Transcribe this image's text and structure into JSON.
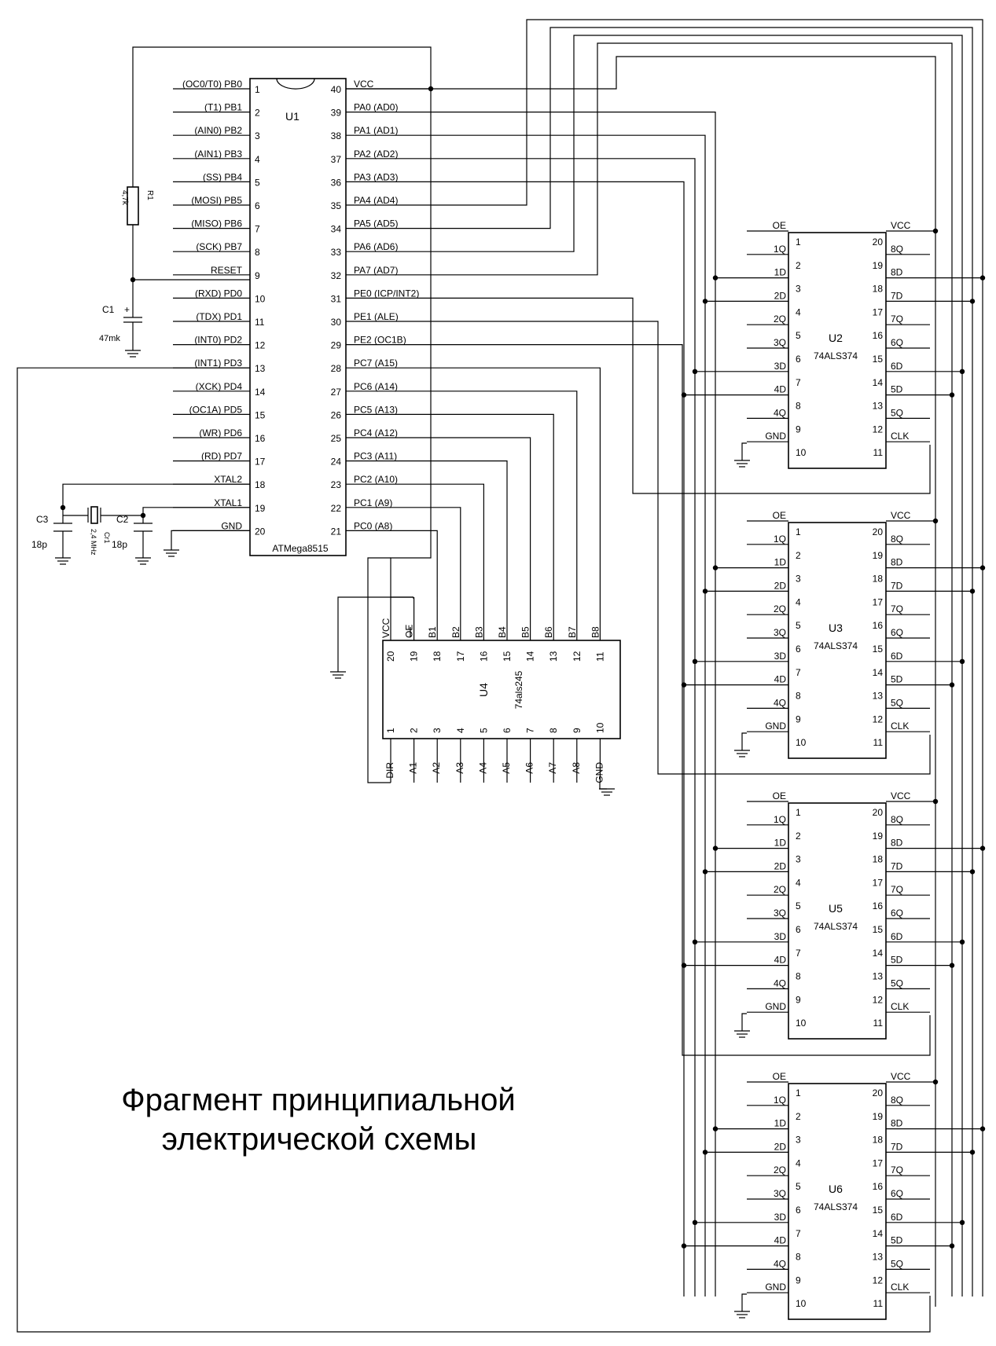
{
  "u1": {
    "ref": "U1",
    "part": "ATMega8515",
    "left_pins": [
      {
        "n": "1",
        "l": "(OC0/T0) PB0"
      },
      {
        "n": "2",
        "l": "(T1) PB1"
      },
      {
        "n": "3",
        "l": "(AIN0) PB2"
      },
      {
        "n": "4",
        "l": "(AIN1) PB3"
      },
      {
        "n": "5",
        "l": "(SS) PB4"
      },
      {
        "n": "6",
        "l": "(MOSI) PB5"
      },
      {
        "n": "7",
        "l": "(MISO) PB6"
      },
      {
        "n": "8",
        "l": "(SCK) PB7"
      },
      {
        "n": "9",
        "l": "RESET"
      },
      {
        "n": "10",
        "l": "(RXD) PD0"
      },
      {
        "n": "11",
        "l": "(TDX) PD1"
      },
      {
        "n": "12",
        "l": "(INT0) PD2"
      },
      {
        "n": "13",
        "l": "(INT1) PD3"
      },
      {
        "n": "14",
        "l": "(XCK) PD4"
      },
      {
        "n": "15",
        "l": "(OC1A) PD5"
      },
      {
        "n": "16",
        "l": "(WR) PD6"
      },
      {
        "n": "17",
        "l": "(RD) PD7"
      },
      {
        "n": "18",
        "l": "XTAL2"
      },
      {
        "n": "19",
        "l": "XTAL1"
      },
      {
        "n": "20",
        "l": "GND"
      }
    ],
    "right_pins": [
      {
        "n": "40",
        "l": "VCC"
      },
      {
        "n": "39",
        "l": "PA0 (AD0)"
      },
      {
        "n": "38",
        "l": "PA1 (AD1)"
      },
      {
        "n": "37",
        "l": "PA2 (AD2)"
      },
      {
        "n": "36",
        "l": "PA3 (AD3)"
      },
      {
        "n": "35",
        "l": "PA4 (AD4)"
      },
      {
        "n": "34",
        "l": "PA5 (AD5)"
      },
      {
        "n": "33",
        "l": "PA6 (AD6)"
      },
      {
        "n": "32",
        "l": "PA7 (AD7)"
      },
      {
        "n": "31",
        "l": "PE0 (ICP/INT2)"
      },
      {
        "n": "30",
        "l": "PE1 (ALE)"
      },
      {
        "n": "29",
        "l": "PE2 (OC1B)"
      },
      {
        "n": "28",
        "l": "PC7 (A15)"
      },
      {
        "n": "27",
        "l": "PC6 (A14)"
      },
      {
        "n": "26",
        "l": "PC5 (A13)"
      },
      {
        "n": "25",
        "l": "PC4 (A12)"
      },
      {
        "n": "24",
        "l": "PC3 (A11)"
      },
      {
        "n": "23",
        "l": "PC2 (A10)"
      },
      {
        "n": "22",
        "l": "PC1 (A9)"
      },
      {
        "n": "21",
        "l": "PC0 (A8)"
      }
    ]
  },
  "latch": {
    "part": "74ALS374",
    "refs": [
      "U2",
      "U3",
      "U5",
      "U6"
    ],
    "left_pins": [
      {
        "n": "1",
        "l": "OE"
      },
      {
        "n": "2",
        "l": "1Q"
      },
      {
        "n": "3",
        "l": "1D"
      },
      {
        "n": "4",
        "l": "2D"
      },
      {
        "n": "5",
        "l": "2Q"
      },
      {
        "n": "6",
        "l": "3Q"
      },
      {
        "n": "7",
        "l": "3D"
      },
      {
        "n": "8",
        "l": "4D"
      },
      {
        "n": "9",
        "l": "4Q"
      },
      {
        "n": "10",
        "l": "GND"
      }
    ],
    "right_pins": [
      {
        "n": "20",
        "l": "VCC"
      },
      {
        "n": "19",
        "l": "8Q"
      },
      {
        "n": "18",
        "l": "8D"
      },
      {
        "n": "17",
        "l": "7D"
      },
      {
        "n": "16",
        "l": "7Q"
      },
      {
        "n": "15",
        "l": "6Q"
      },
      {
        "n": "14",
        "l": "6D"
      },
      {
        "n": "13",
        "l": "5D"
      },
      {
        "n": "12",
        "l": "5Q"
      },
      {
        "n": "11",
        "l": "CLK"
      }
    ]
  },
  "u4": {
    "ref": "U4",
    "part": "74als245",
    "top_pins": [
      {
        "n": "20",
        "l": "VCC"
      },
      {
        "n": "19",
        "l": "OE"
      },
      {
        "n": "18",
        "l": "B1"
      },
      {
        "n": "17",
        "l": "B2"
      },
      {
        "n": "16",
        "l": "B3"
      },
      {
        "n": "15",
        "l": "B4"
      },
      {
        "n": "14",
        "l": "B5"
      },
      {
        "n": "13",
        "l": "B6"
      },
      {
        "n": "12",
        "l": "B7"
      },
      {
        "n": "11",
        "l": "B8"
      }
    ],
    "bottom_pins": [
      {
        "n": "1",
        "l": "DIR"
      },
      {
        "n": "2",
        "l": "A1"
      },
      {
        "n": "3",
        "l": "A2"
      },
      {
        "n": "4",
        "l": "A3"
      },
      {
        "n": "5",
        "l": "A4"
      },
      {
        "n": "6",
        "l": "A5"
      },
      {
        "n": "7",
        "l": "A6"
      },
      {
        "n": "8",
        "l": "A7"
      },
      {
        "n": "9",
        "l": "A8"
      },
      {
        "n": "10",
        "l": "GND"
      }
    ]
  },
  "components": {
    "r1_ref": "R1",
    "r1_val": "4,7k",
    "c1_ref": "C1",
    "c1_plus": "+",
    "c1_val": "47mk",
    "c2_ref": "C2",
    "c2_val": "18p",
    "c3_ref": "C3",
    "c3_val": "18p",
    "q1_ref": "Cr1",
    "q1_val": "2,4 MHz"
  },
  "caption": {
    "line1": "Фрагмент принципиальной",
    "line2": "электрической схемы"
  }
}
